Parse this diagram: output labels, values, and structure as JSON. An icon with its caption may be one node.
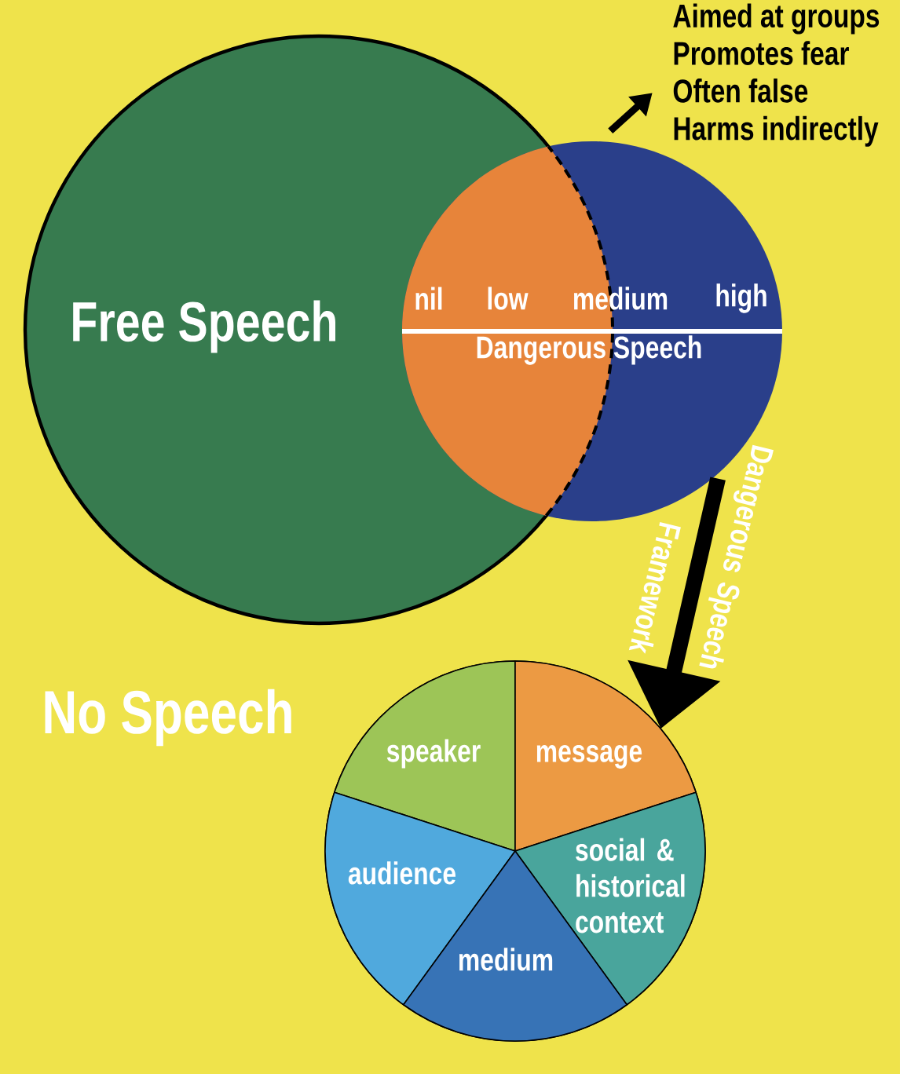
{
  "diagram": {
    "nodes": [
      {
        "text": [
          "Aimed at groups",
          "Promotes fear",
          "Often false",
          "Harms indirectly"
        ]
      },
      {
        "text": [
          "Free Speech"
        ]
      },
      {
        "text": [
          "nil",
          "low",
          "medium",
          "high",
          "Dangerous Speech"
        ]
      },
      {
        "text": [],
        "shape": "circle"
      },
      {
        "text": [
          "speaker"
        ],
        "in": 3
      },
      {
        "text": [
          "message"
        ],
        "in": 3
      },
      {
        "text": [
          "audience"
        ],
        "in": 3
      },
      {
        "text": [
          "social & historical context"
        ],
        "in": 3
      },
      {
        "text": [
          "medium"
        ],
        "in": 3
      }
    ],
    "edges": [
      {
        "from": 2,
        "to": 0,
        "arrow": "to"
      },
      {
        "from": 2,
        "to": 3,
        "arrow": "to",
        "label": "Dangerous Speech Framework",
        "style": "thick"
      }
    ],
    "labels": [
      "No Speech"
    ]
  }
}
